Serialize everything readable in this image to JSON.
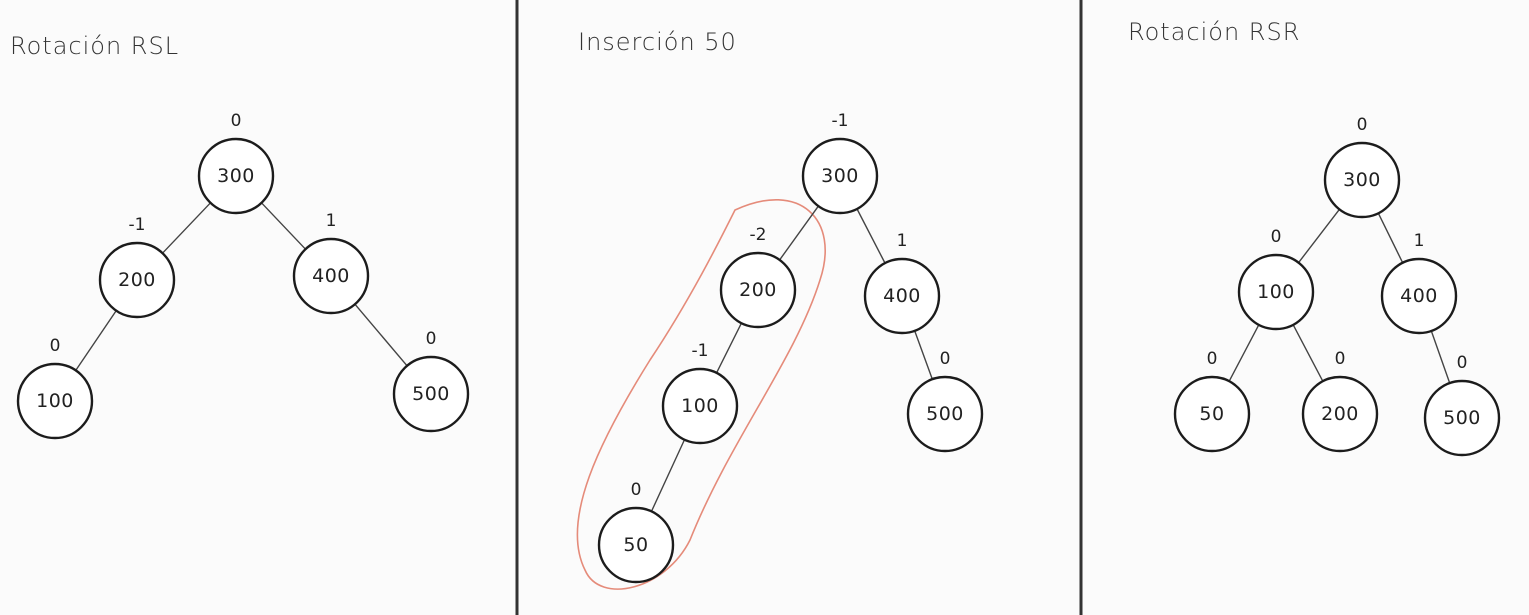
{
  "colors": {
    "ink": "#1c1c1c",
    "highlight": "#e58b7a",
    "background": "#fbfbfb"
  },
  "panels": [
    {
      "id": "rsl",
      "title": "Rotación RSL",
      "nodes": [
        {
          "id": "n300",
          "value": "300",
          "balance": "0"
        },
        {
          "id": "n200",
          "value": "200",
          "balance": "-1"
        },
        {
          "id": "n400",
          "value": "400",
          "balance": "1"
        },
        {
          "id": "n100",
          "value": "100",
          "balance": "0"
        },
        {
          "id": "n500",
          "value": "500",
          "balance": "0"
        }
      ],
      "edges": [
        [
          "n300",
          "n200"
        ],
        [
          "n300",
          "n400"
        ],
        [
          "n200",
          "n100"
        ],
        [
          "n400",
          "n500"
        ]
      ]
    },
    {
      "id": "ins50",
      "title": "Inserción 50",
      "nodes": [
        {
          "id": "n300",
          "value": "300",
          "balance": "-1"
        },
        {
          "id": "n200",
          "value": "200",
          "balance": "-2"
        },
        {
          "id": "n400",
          "value": "400",
          "balance": "1"
        },
        {
          "id": "n100",
          "value": "100",
          "balance": "-1"
        },
        {
          "id": "n500",
          "value": "500",
          "balance": "0"
        },
        {
          "id": "n50",
          "value": "50",
          "balance": "0"
        }
      ],
      "edges": [
        [
          "n300",
          "n200"
        ],
        [
          "n300",
          "n400"
        ],
        [
          "n200",
          "n100"
        ],
        [
          "n400",
          "n500"
        ],
        [
          "n100",
          "n50"
        ]
      ],
      "highlight": true
    },
    {
      "id": "rsr",
      "title": "Rotación RSR",
      "nodes": [
        {
          "id": "n300",
          "value": "300",
          "balance": "0"
        },
        {
          "id": "n100",
          "value": "100",
          "balance": "0"
        },
        {
          "id": "n400",
          "value": "400",
          "balance": "1"
        },
        {
          "id": "n50",
          "value": "50",
          "balance": "0"
        },
        {
          "id": "n200",
          "value": "200",
          "balance": "0"
        },
        {
          "id": "n500",
          "value": "500",
          "balance": "0"
        }
      ],
      "edges": [
        [
          "n300",
          "n100"
        ],
        [
          "n300",
          "n400"
        ],
        [
          "n100",
          "n50"
        ],
        [
          "n100",
          "n200"
        ],
        [
          "n400",
          "n500"
        ]
      ]
    }
  ]
}
